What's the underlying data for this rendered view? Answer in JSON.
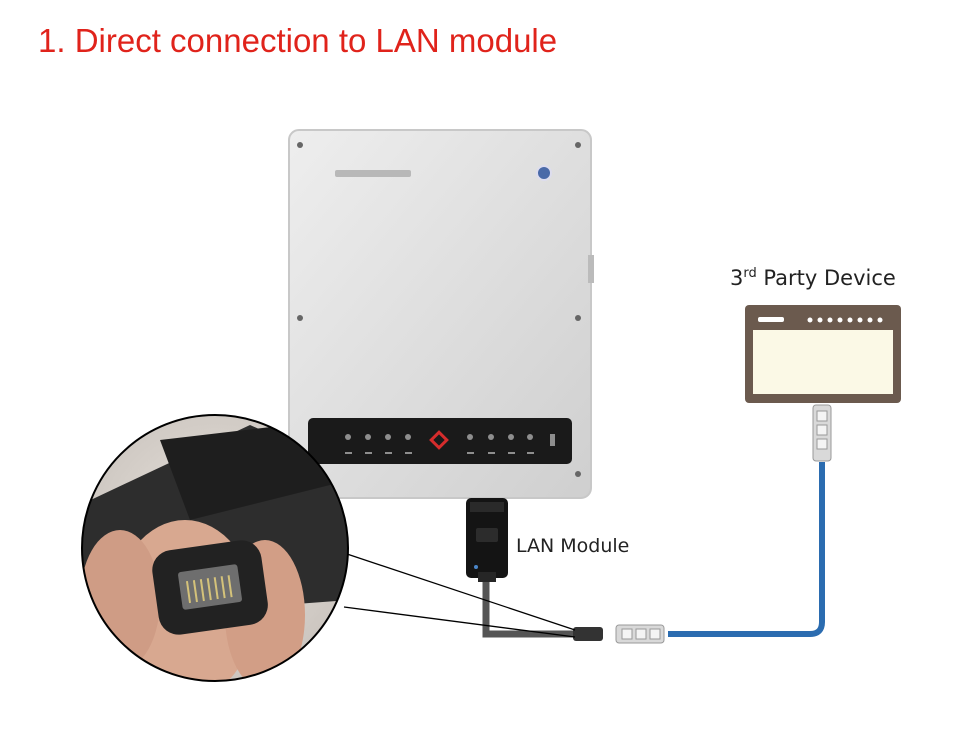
{
  "title": "1. Direct connection to LAN module",
  "device": {
    "prefix": "3",
    "superscript": "rd",
    "suffix": " Party Device"
  },
  "lan_module_label": "LAN Module",
  "colors": {
    "title": "#e0231b",
    "ethernet_cable": "#2b6cb0",
    "device_frame": "#6b5a4e",
    "device_screen": "#fbf9e6",
    "inverter_body": "#d9d9d9",
    "panel": "#1a1a1a",
    "panel_accent": "#d62c2c"
  },
  "icons": [
    "inverter-icon",
    "lan-module-icon",
    "rj45-connector-icon",
    "third-party-device-icon",
    "zoom-inset-photo"
  ]
}
